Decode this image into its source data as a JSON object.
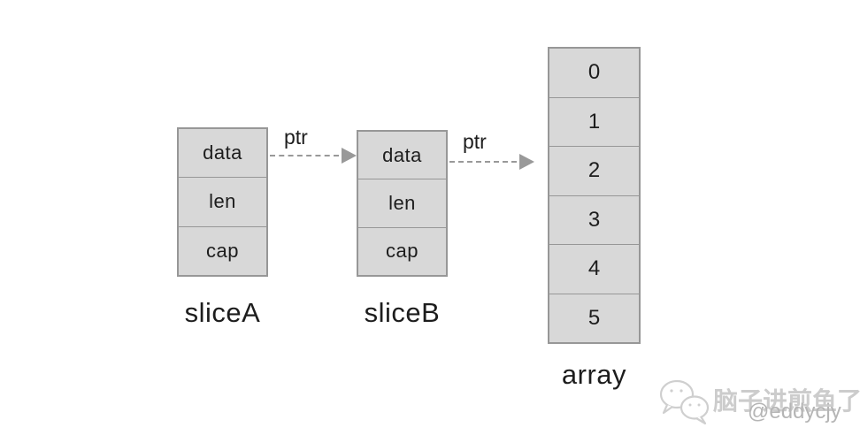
{
  "diagram": {
    "slices": [
      {
        "name": "sliceA",
        "fields": [
          "data",
          "len",
          "cap"
        ]
      },
      {
        "name": "sliceB",
        "fields": [
          "data",
          "len",
          "cap"
        ]
      }
    ],
    "array": {
      "name": "array",
      "cells": [
        "0",
        "1",
        "2",
        "3",
        "4",
        "5"
      ]
    },
    "arrows": [
      {
        "label": "ptr",
        "from": "sliceA.data",
        "to": "sliceB"
      },
      {
        "label": "ptr",
        "from": "sliceB.data",
        "to": "array"
      }
    ]
  },
  "watermark": {
    "brand": "脑子进煎鱼了",
    "handle": "@eddycjy"
  },
  "colors": {
    "cell_fill": "#d8d8d8",
    "cell_border": "#979797",
    "text": "#1d1d1d",
    "arrow": "#999999",
    "watermark_brand": "#cccccc",
    "watermark_handle": "#b5b5b5"
  }
}
